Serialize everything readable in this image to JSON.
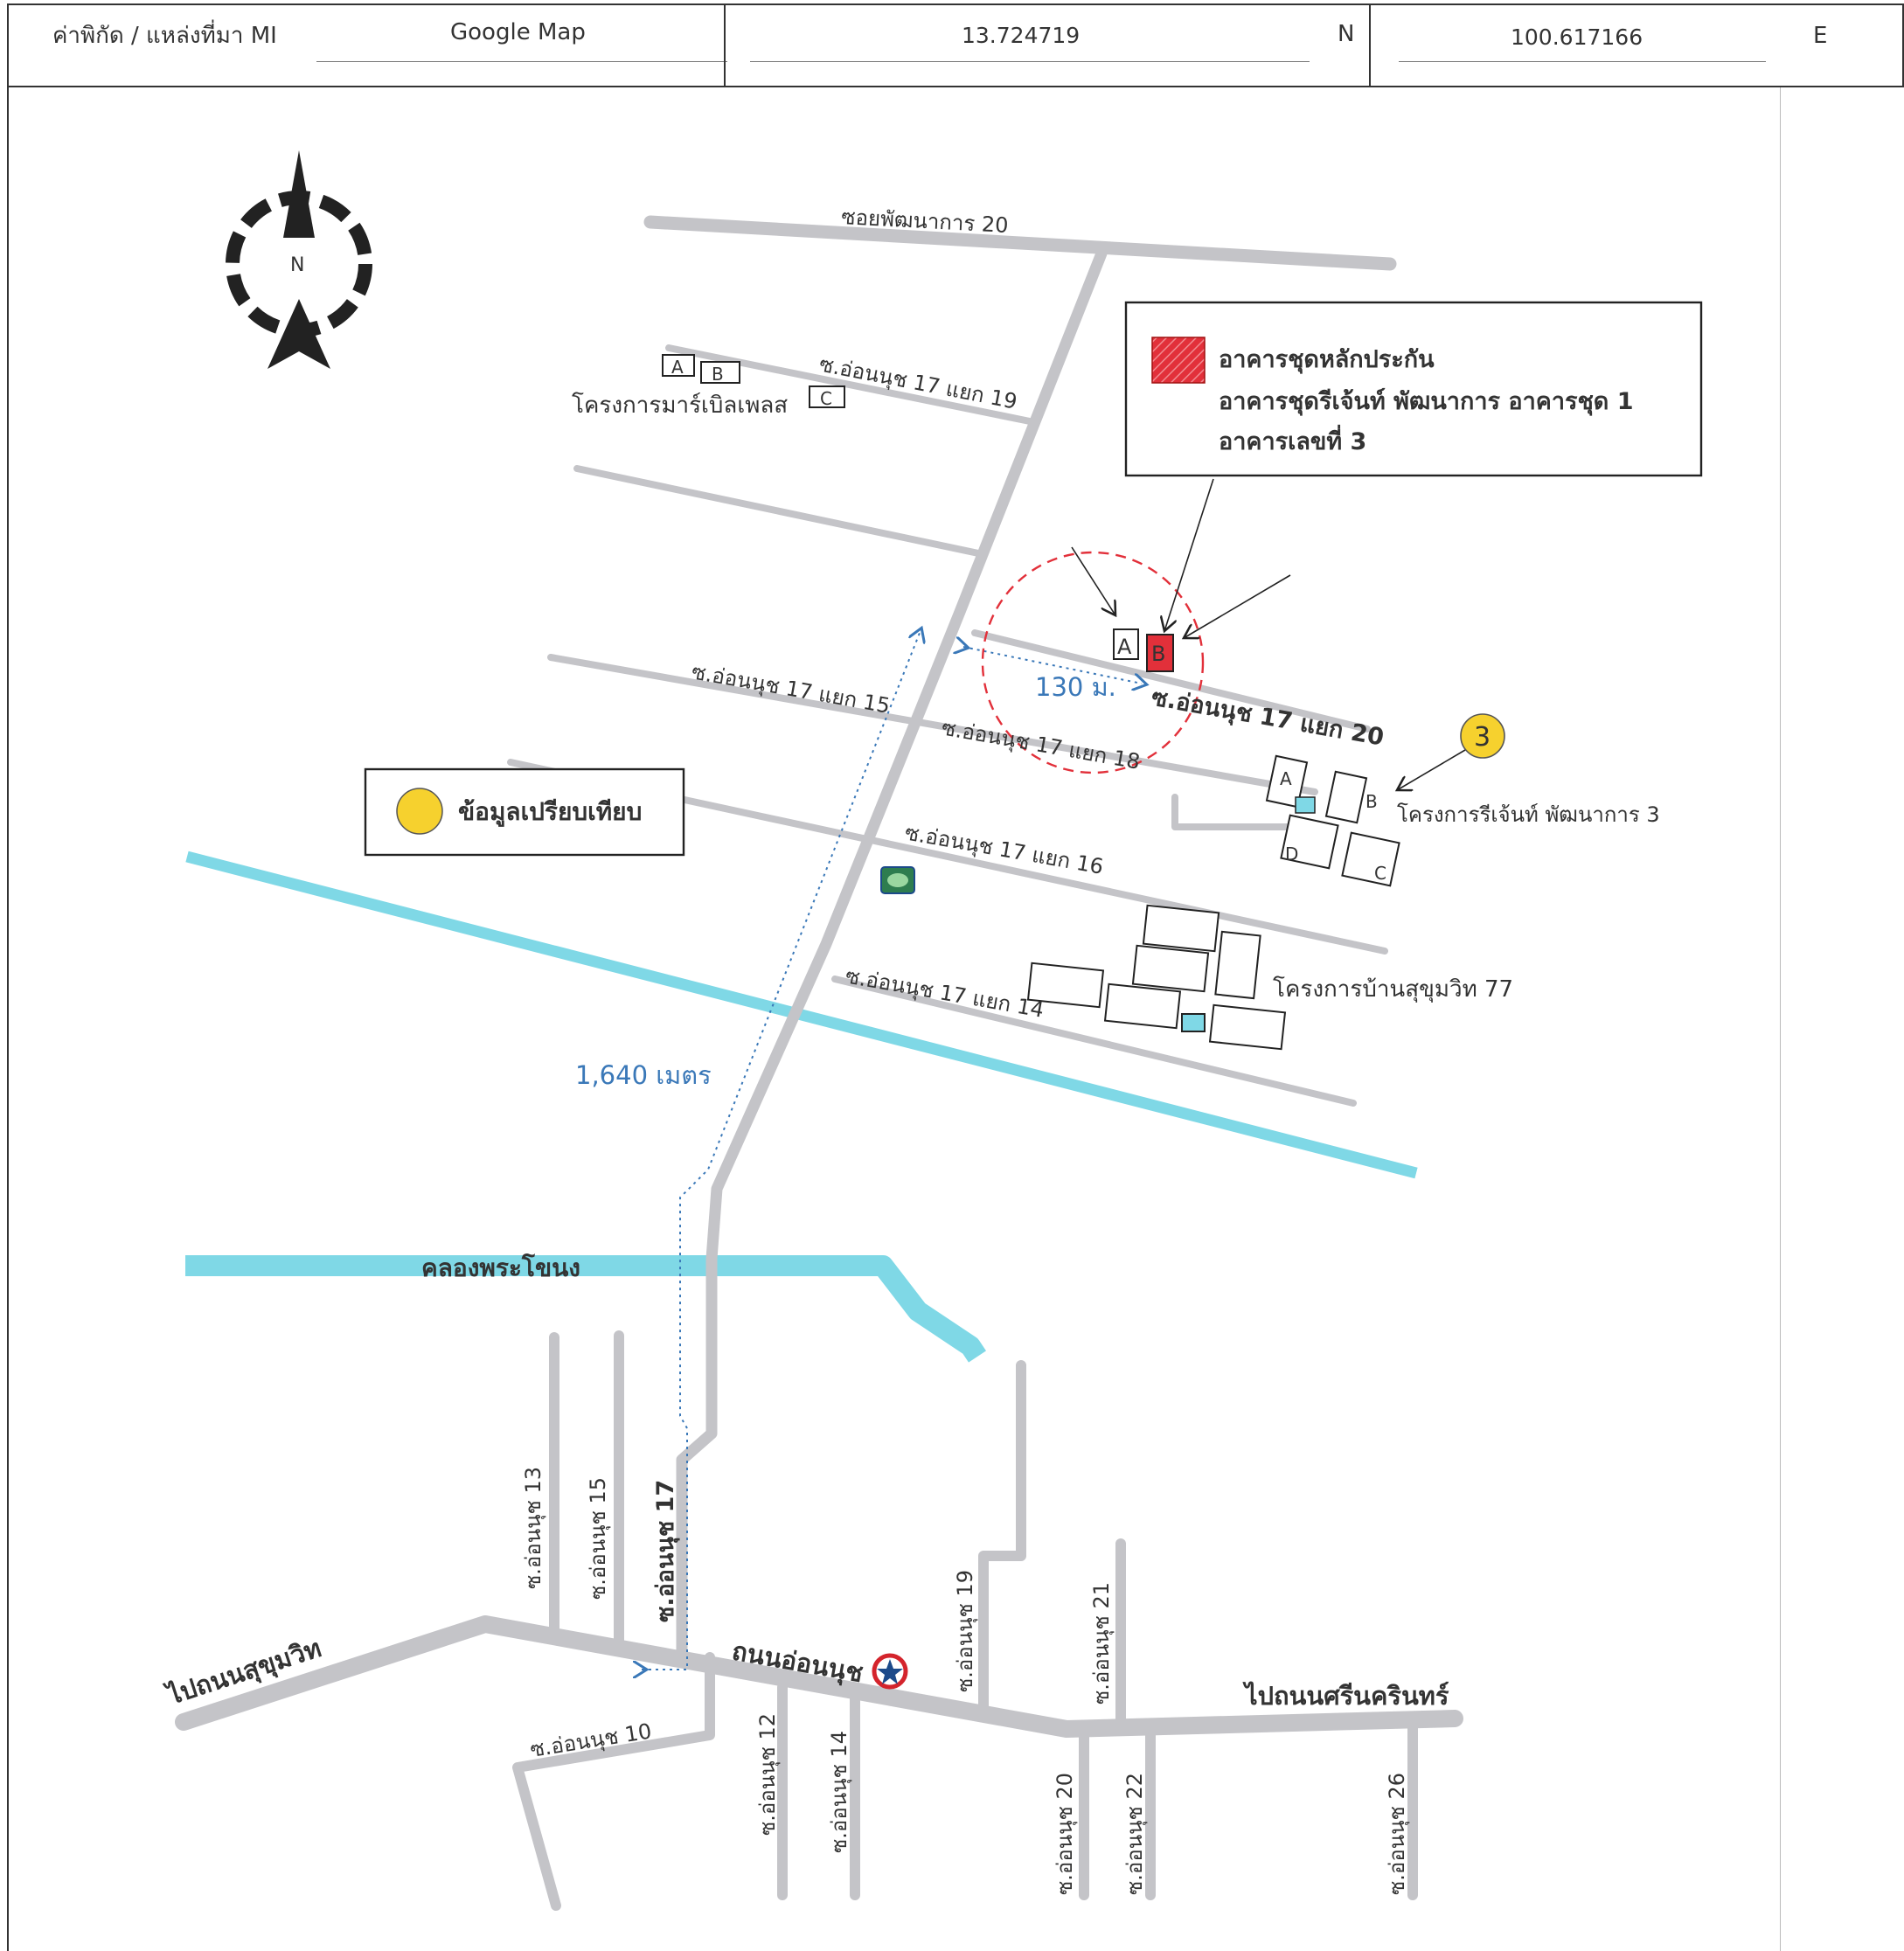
{
  "header": {
    "source_label": "ค่าพิกัด / แหล่งที่มา MI",
    "source_value": "Google Map",
    "latitude": "13.724719",
    "lat_dir": "N",
    "longitude": "100.617166",
    "lon_dir": "E"
  },
  "map": {
    "compass_label": "N",
    "legend_subject": {
      "line1": "อาคารชุดหลักประกัน",
      "line2": "อาคารชุดรีเจ้นท์ พัฒนาการ อาคารชุด 1",
      "line3": "อาคารเลขที่  3",
      "color": "#e2303a"
    },
    "legend_compare": {
      "label": "ข้อมูลเปรียบเทียบ",
      "color": "#f6d12e"
    },
    "comparable_number": "3",
    "roads": {
      "pattanakarn20": "ซอยพัฒนาการ 20",
      "soi17_19": "ซ.อ่อนนุช 17 แยก 19",
      "soi17_15": "ซ.อ่อนนุช 17 แยก 15",
      "soi17_20": "ซ.อ่อนนุช 17 แยก 20",
      "soi17_18": "ซ.อ่อนนุช 17 แยก 18",
      "soi17_16": "ซ.อ่อนนุช 17 แยก 16",
      "soi17_14": "ซ.อ่อนนุช 17 แยก 14",
      "soi13": "ซ.อ่อนนุช 13",
      "soi15": "ซ.อ่อนนุช 15",
      "soi17": "ซ.อ่อนนุช 17",
      "soi19": "ซ.อ่อนนุช 19",
      "soi21": "ซ.อ่อนนุช 21",
      "soi10": "ซ.อ่อนนุช 10",
      "soi12": "ซ.อ่อนนุช 12",
      "soi14": "ซ.อ่อนนุช 14",
      "soi20": "ซ.อ่อนนุช 20",
      "soi22": "ซ.อ่อนนุช 22",
      "soi26": "ซ.อ่อนนุช 26",
      "onnut_road": "ถนนอ่อนนุช",
      "to_sukhumvit": "ไปถนนสุขุมวิท",
      "to_srinakarin": "ไปถนนศรีนครินทร์"
    },
    "canal": "คลองพระโขนง",
    "projects": {
      "marble_place": "โครงการมาร์เบิลเพลส",
      "regent3": "โครงการรีเจ้นท์ พัฒนาการ 3",
      "sukhumvit77": "โครงการบ้านสุขุมวิท 77"
    },
    "distances": {
      "short": "130 ม.",
      "long": "1,640 เมตร"
    },
    "building_labels": {
      "a": "A",
      "b": "B",
      "c": "C",
      "d": "D"
    },
    "colors": {
      "road": "#c4c4c8",
      "water": "#7fd8e6",
      "distance": "#3a78b8",
      "dashed_circle": "#e2303a"
    }
  }
}
